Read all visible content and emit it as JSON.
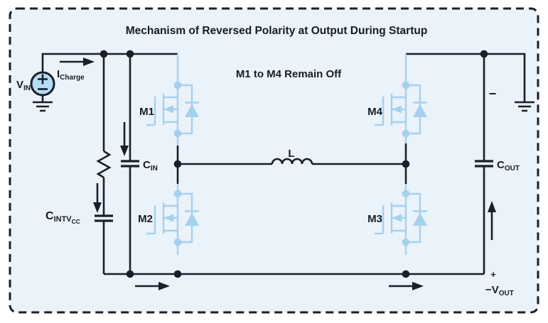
{
  "title": "Mechanism of Reversed Polarity at Output During Startup",
  "subtitle": "M1 to M4 Remain Off",
  "colors": {
    "ink": "#171b24",
    "dark": "#1a1f29",
    "blue": "#a6d1ed",
    "srcfill": "#b4dcf4",
    "bg": "#eaf2fa",
    "page": "#ffffff"
  },
  "labels": {
    "vin": {
      "main": "V",
      "sub": "IN"
    },
    "icharge": {
      "main": "I",
      "sub": "Charge"
    },
    "cin": {
      "main": "C",
      "sub": "IN"
    },
    "cintvcc": {
      "main": "C",
      "sub": "INTV",
      "sub2": "CC"
    },
    "cout": {
      "main": "C",
      "sub": "OUT"
    },
    "inductor": "L",
    "m1": "M1",
    "m2": "M2",
    "m3": "M3",
    "m4": "M4",
    "output_minus": "−",
    "output_plus": "+",
    "vout": {
      "main": "−V",
      "sub": "OUT"
    }
  }
}
